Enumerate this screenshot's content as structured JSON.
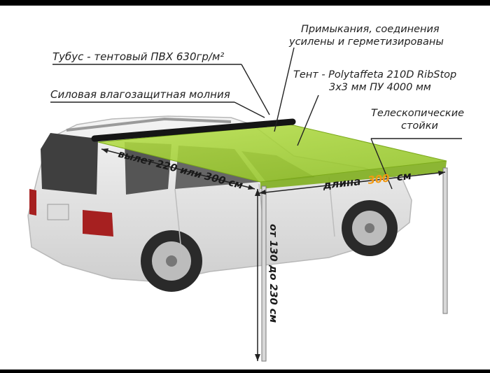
{
  "labels": {
    "tube": "Тубус - тентовый ПВХ 630гр/м²",
    "zipper": "Силовая влагозащитная молния",
    "joints_line1": "Примыкания, соединения",
    "joints_line2": "усилены и герметизированы",
    "fabric_line1": "Тент - Polytaffeta 210D RibStop",
    "fabric_line2": "3х3 мм ПУ 4000 мм",
    "poles_line1": "Телескопические",
    "poles_line2": "стойки"
  },
  "dimensions": {
    "reach": "вылет 220 или 300 см",
    "length_prefix": "длина",
    "length_value": "300",
    "length_unit": "см",
    "height": "от 130 до 230 см"
  },
  "colors": {
    "awning": "#a6d63a",
    "awning_dark": "#86b81f",
    "accent": "#f39a12",
    "car": "#e9e9e9"
  }
}
